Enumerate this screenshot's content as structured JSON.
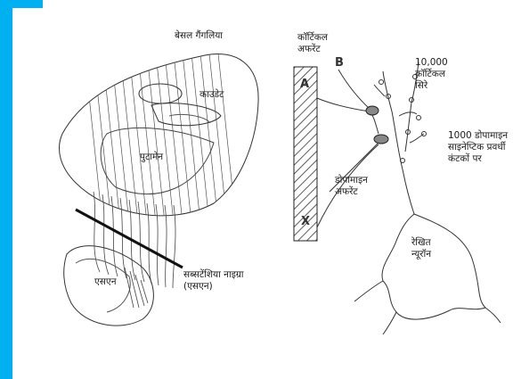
{
  "colors": {
    "accent": "#00b0f0",
    "ink": "#222222"
  },
  "labels": {
    "basal_ganglia": "बेसल गैंगलिया",
    "caudate": "काउडेट",
    "putamen": "पुटामेन",
    "sn": "एसएन",
    "substantia_nigra": "सब्सटेंशिया नाइग्रा\n(एसएन)",
    "cortical_afferent": "कॉर्टिकल\nअफरेंट",
    "marker_a": "A",
    "marker_b": "B",
    "marker_x": "X",
    "ten_thousand_heads": "10,000\nकॉर्टिकल\nसिरे",
    "dopamine_synaptic": "1000 डोपामाइन\nसाइनेप्टिक प्रवर्धी\nकंटकों पर",
    "dopamine_afferent": "डोपामाइन\nअफरेंट",
    "striatal_neuron": "रेखित\nन्यूरॉन"
  }
}
